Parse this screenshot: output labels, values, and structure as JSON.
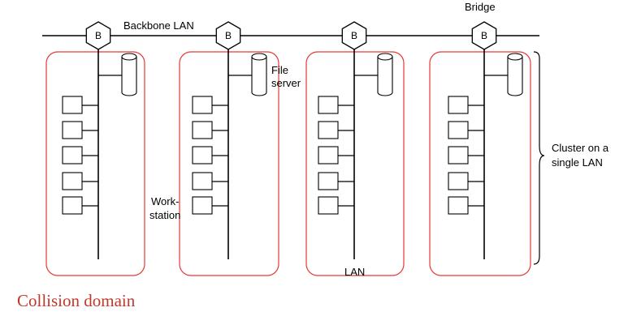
{
  "labels": {
    "backbone": "Backbone LAN",
    "bridge": "Bridge",
    "file_server": [
      "File",
      "server"
    ],
    "workstation": [
      "Work-",
      "station"
    ],
    "lan": "LAN",
    "cluster": [
      "Cluster on a",
      "single LAN"
    ],
    "collision_domain": "Collision domain"
  },
  "bridge_label": "B",
  "clusters": [
    {
      "bridge": "B",
      "workstations": 5
    },
    {
      "bridge": "B",
      "workstations": 5
    },
    {
      "bridge": "B",
      "workstations": 5
    },
    {
      "bridge": "B",
      "workstations": 5
    }
  ],
  "colors": {
    "line": "#000000",
    "collision_border": "#e53935",
    "caption": "#c0392b"
  }
}
